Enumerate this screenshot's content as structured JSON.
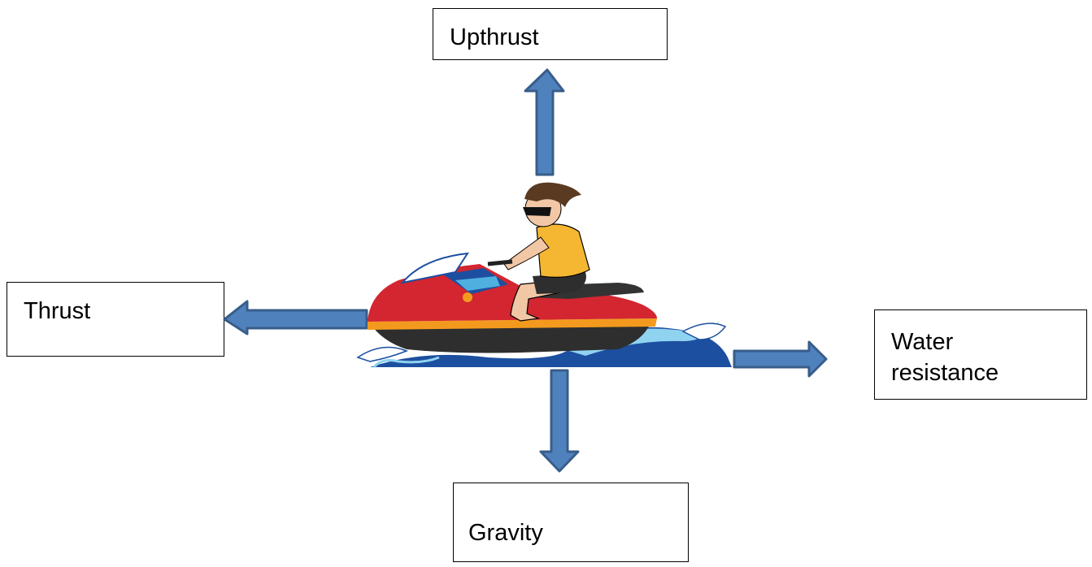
{
  "diagram": {
    "labels": {
      "upthrust": "Upthrust",
      "thrust": "Thrust",
      "water_resistance": "Water\nresistance",
      "gravity": "Gravity"
    },
    "colors": {
      "arrow_fill": "#4F81BD",
      "arrow_stroke": "#385D8A",
      "hull_red": "#D32630",
      "hull_dark": "#2E2E2E",
      "stripe_orange": "#F39A1E",
      "water_blue": "#1D4FA0",
      "water_light": "#8FD3F0",
      "vest_yellow": "#F5B731"
    },
    "icons": [
      "jet-ski-rider-illustration",
      "arrow-up",
      "arrow-left",
      "arrow-right",
      "arrow-down"
    ]
  }
}
